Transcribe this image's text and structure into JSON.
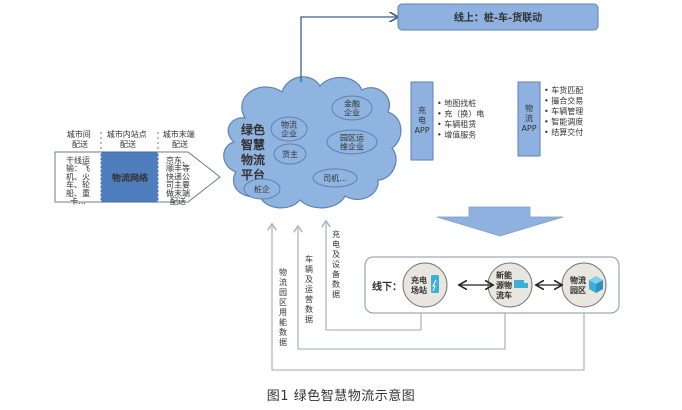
{
  "caption": "图1  绿色智慧物流示意图",
  "left_chain": {
    "headers": [
      "城市间\n配送",
      "城市内站点\n配送",
      "城市末端\n配送"
    ],
    "intercity_text": [
      "干线运",
      "输：飞",
      "机、火",
      "车、轮",
      "船、重",
      "卡..."
    ],
    "network_label": "物流网络",
    "lastmile_text": [
      "京东、",
      "顺丰等",
      "快递公",
      "司主要",
      "做末端",
      "配送"
    ]
  },
  "cloud": {
    "title_lines": [
      "绿色",
      "智慧",
      "物流",
      "平台"
    ],
    "members": [
      {
        "lines": [
          "物流",
          "企业"
        ]
      },
      {
        "lines": [
          "金融",
          "企业"
        ]
      },
      {
        "lines": [
          "园区运",
          "维企业"
        ]
      },
      {
        "lines": [
          "货主"
        ]
      },
      {
        "lines": [
          "司机..."
        ]
      },
      {
        "lines": [
          "桩企"
        ]
      }
    ]
  },
  "online": {
    "label": "线上：桩-车-货联动",
    "apps": [
      {
        "name_lines": [
          "充",
          "电",
          "APP"
        ],
        "features": [
          "地图找桩",
          "充（换）电",
          "车辆租赁",
          "增值服务"
        ]
      },
      {
        "name_lines": [
          "物",
          "流",
          "APP"
        ],
        "features": [
          "车货匹配",
          "撮合交易",
          "车辆管理",
          "智能调度",
          "结算交付"
        ]
      }
    ]
  },
  "offline": {
    "label": "线下：",
    "nodes": [
      {
        "lines": [
          "充电",
          "场站"
        ],
        "icon": "charging-station-icon"
      },
      {
        "lines": [
          "新能",
          "源物",
          "流车"
        ],
        "icon": "truck-icon"
      },
      {
        "lines": [
          "物流",
          "园区"
        ],
        "icon": "box-icon"
      }
    ]
  },
  "data_flows": [
    {
      "label": "充电及设备数据"
    },
    {
      "label": "车辆及运营数据"
    },
    {
      "label": "物流园区用能数据"
    }
  ],
  "colors": {
    "blue_fill": "#8EB1DF",
    "blue_dark": "#4A73A8",
    "network_fill": "#4F7EBF",
    "cloud_fill": "#90B4E0",
    "line": "#A8B8CC",
    "node_fill": "#E8E6DE",
    "icon_teal": "#3BAFD6"
  }
}
